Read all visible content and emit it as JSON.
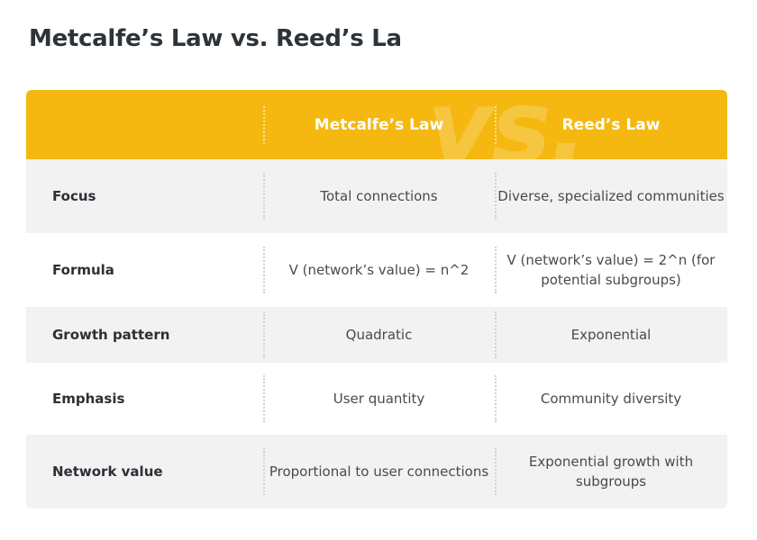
{
  "title": "Metcalfe’s Law vs. Reed’s La",
  "watermark": "vs.",
  "columns": [
    "",
    "Metcalfe’s Law",
    "Reed’s Law"
  ],
  "rows": [
    {
      "label": "Focus",
      "metcalfe": "Total connections",
      "reed": "Diverse, specialized communities"
    },
    {
      "label": "Formula",
      "metcalfe": "V (network’s value) = n^2",
      "reed": "V (network’s value) = 2^n (for potential subgroups)"
    },
    {
      "label": "Growth pattern",
      "metcalfe": "Quadratic",
      "reed": "Exponential"
    },
    {
      "label": "Emphasis",
      "metcalfe": "User quantity",
      "reed": "Community diversity"
    },
    {
      "label": "Network value",
      "metcalfe": "Proportional to user connections",
      "reed": "Exponential growth with subgroups"
    }
  ],
  "colors": {
    "header": "#f4b811",
    "row_alt": "#f2f2f2",
    "text": "#2b3036"
  }
}
